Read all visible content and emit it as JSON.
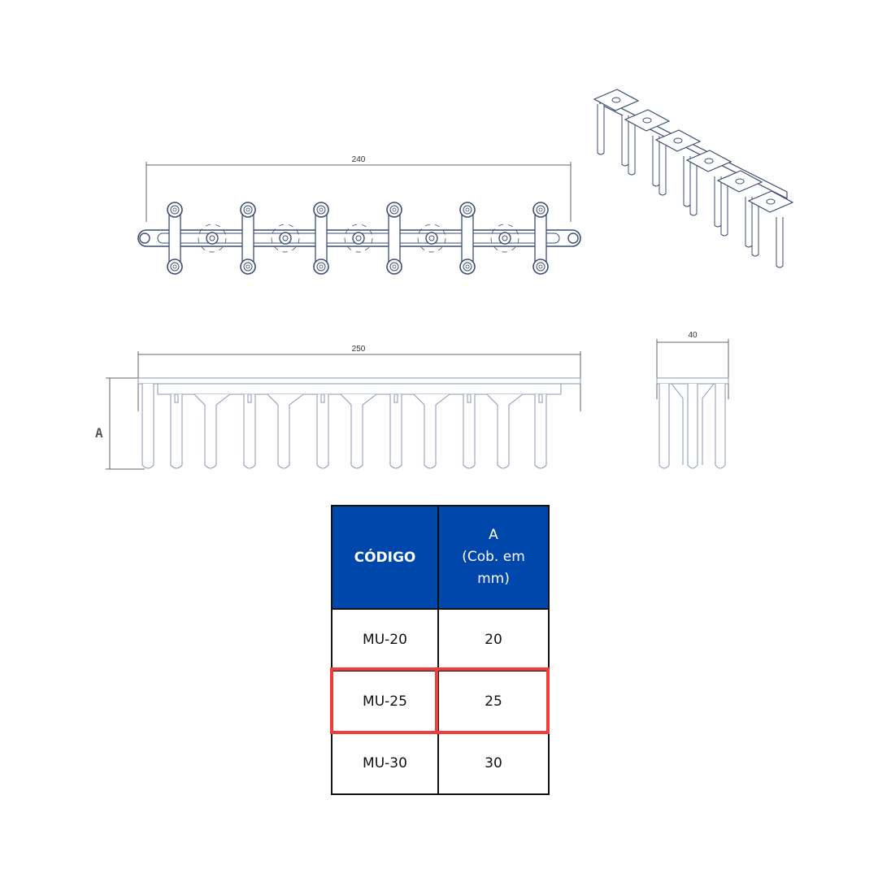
{
  "drawings": {
    "top_view": {
      "dimension": "240"
    },
    "side_view": {
      "dimension_length": "250",
      "dimension_height": "A"
    },
    "end_view": {
      "dimension": "40"
    }
  },
  "colors": {
    "header": "#0047AB",
    "highlight": "#F23B3B",
    "line": "#3D4E72"
  },
  "table": {
    "headers": {
      "code": "CÓDIGO",
      "a_line1": "A",
      "a_line2": "(Cob. em",
      "a_line3": "mm)"
    },
    "rows": [
      {
        "code": "MU-20",
        "a": "20"
      },
      {
        "code": "MU-25",
        "a": "25",
        "highlighted": true
      },
      {
        "code": "MU-30",
        "a": "30"
      }
    ]
  }
}
